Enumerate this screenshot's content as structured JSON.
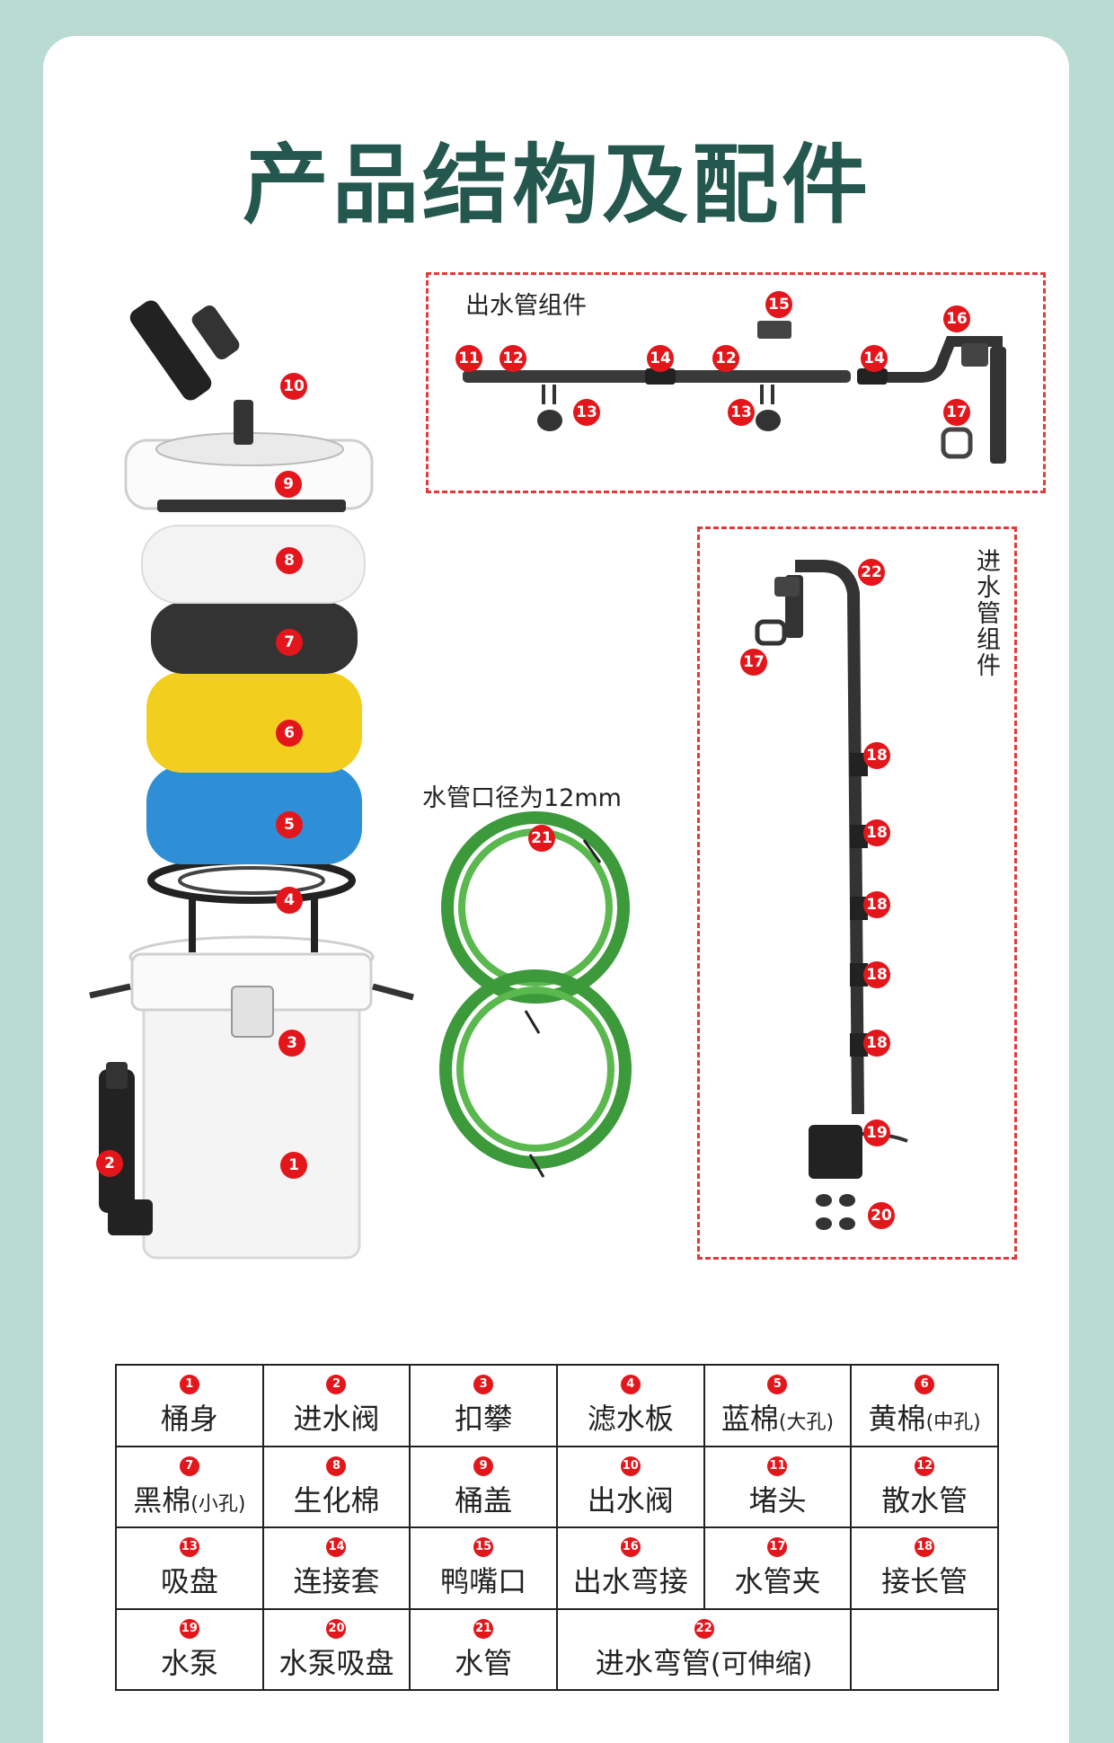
{
  "title": "产品结构及配件",
  "outlet_group_label": "出水管组件",
  "inlet_group_label": "进水管组件",
  "hose_note": "水管口径为12mm",
  "colors": {
    "title": "#24574d",
    "badge": "#e3161b",
    "dash": "#e13a3a",
    "background": "#b9dbd1"
  },
  "badges": [
    "1",
    "2",
    "3",
    "4",
    "5",
    "6",
    "7",
    "8",
    "9",
    "10",
    "11",
    "12",
    "13",
    "14",
    "15",
    "16",
    "17",
    "18",
    "19",
    "20",
    "21",
    "22"
  ],
  "parts_table": [
    [
      {
        "num": "1",
        "name": "桶身",
        "note": ""
      },
      {
        "num": "2",
        "name": "进水阀",
        "note": ""
      },
      {
        "num": "3",
        "name": "扣攀",
        "note": ""
      },
      {
        "num": "4",
        "name": "滤水板",
        "note": ""
      },
      {
        "num": "5",
        "name": "蓝棉",
        "note": "(大孔)"
      },
      {
        "num": "6",
        "name": "黄棉",
        "note": "(中孔)"
      }
    ],
    [
      {
        "num": "7",
        "name": "黑棉",
        "note": "(小孔)"
      },
      {
        "num": "8",
        "name": "生化棉",
        "note": ""
      },
      {
        "num": "9",
        "name": "桶盖",
        "note": ""
      },
      {
        "num": "10",
        "name": "出水阀",
        "note": ""
      },
      {
        "num": "11",
        "name": "堵头",
        "note": ""
      },
      {
        "num": "12",
        "name": "散水管",
        "note": ""
      }
    ],
    [
      {
        "num": "13",
        "name": "吸盘",
        "note": ""
      },
      {
        "num": "14",
        "name": "连接套",
        "note": ""
      },
      {
        "num": "15",
        "name": "鸭嘴口",
        "note": ""
      },
      {
        "num": "16",
        "name": "出水弯接",
        "note": ""
      },
      {
        "num": "17",
        "name": "水管夹",
        "note": ""
      },
      {
        "num": "18",
        "name": "接长管",
        "note": ""
      }
    ],
    [
      {
        "num": "19",
        "name": "水泵",
        "note": ""
      },
      {
        "num": "20",
        "name": "水泵吸盘",
        "note": ""
      },
      {
        "num": "21",
        "name": "水管",
        "note": ""
      },
      {
        "num": "22",
        "name": "进水弯管",
        "note": "(可伸缩)",
        "span": 2
      },
      {
        "num": "",
        "name": "",
        "note": ""
      }
    ]
  ]
}
